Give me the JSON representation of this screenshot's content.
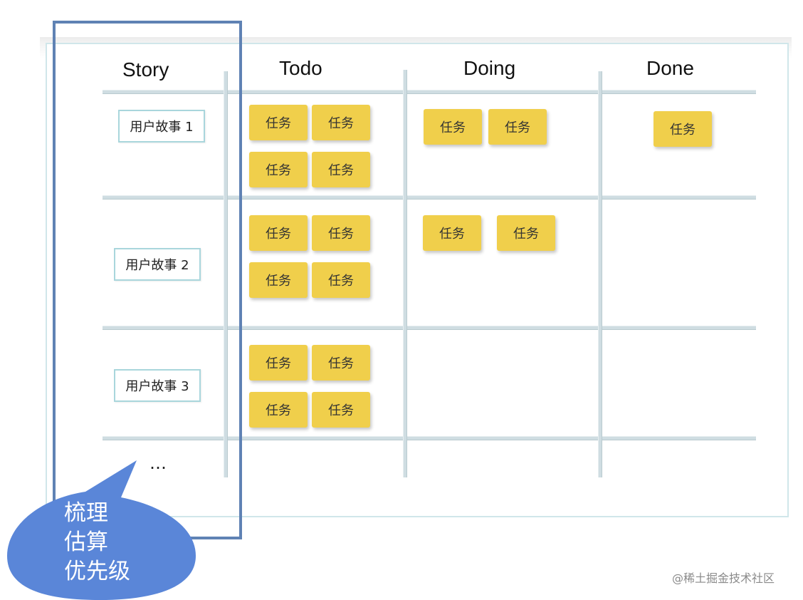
{
  "columns": {
    "story": "Story",
    "todo": "Todo",
    "doing": "Doing",
    "done": "Done"
  },
  "stories": [
    {
      "label": "用户故事 1",
      "todo_tasks": 4,
      "doing_tasks": 2,
      "done_tasks": 1
    },
    {
      "label": "用户故事 2",
      "todo_tasks": 4,
      "doing_tasks": 2,
      "done_tasks": 0
    },
    {
      "label": "用户故事 3",
      "todo_tasks": 4,
      "doing_tasks": 0,
      "done_tasks": 0
    }
  ],
  "task_label": "任务",
  "ellipsis": "…",
  "callout": {
    "lines": [
      "梳理",
      "估算",
      "优先级"
    ],
    "color": "#5a86d8"
  },
  "highlight_color": "#5f82b4",
  "task_color": "#f0cf4b",
  "watermark": "@稀土掘金技术社区"
}
